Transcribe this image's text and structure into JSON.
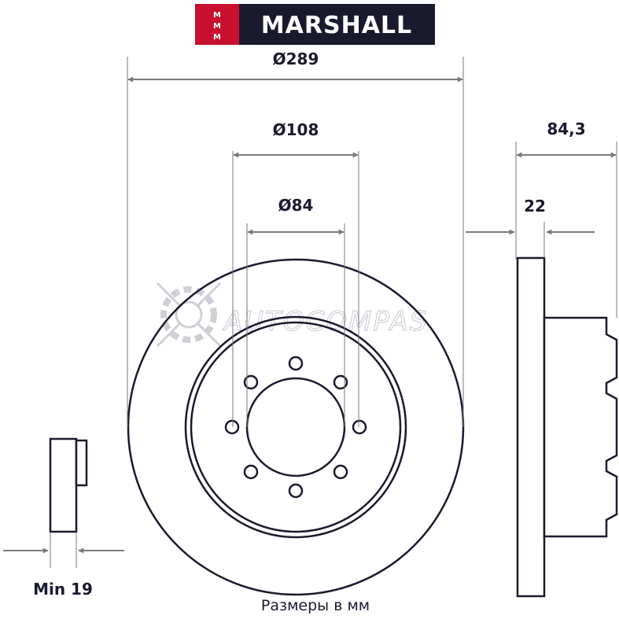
{
  "brand": {
    "name": "MARSHALL",
    "mark_letters": [
      "M",
      "M",
      "M"
    ],
    "mark_color": "#c8102e",
    "name_bg_color": "#1a1a2e"
  },
  "watermark": {
    "text": "AUTOCOMPAS"
  },
  "dimensions": {
    "outer_diameter": "Ø289",
    "bolt_circle_diameter": "Ø108",
    "center_bore_diameter": "Ø84",
    "total_height": "84,3",
    "disc_thickness": "22",
    "min_thickness": "Min 19"
  },
  "caption": "Размеры в мм",
  "colors": {
    "outline": "#1a1a2e",
    "dimension_lines": "#7a7a7a",
    "watermark": "#c9ccd3"
  },
  "icons": {
    "watermark_logo": "gear-wheel-icon"
  }
}
